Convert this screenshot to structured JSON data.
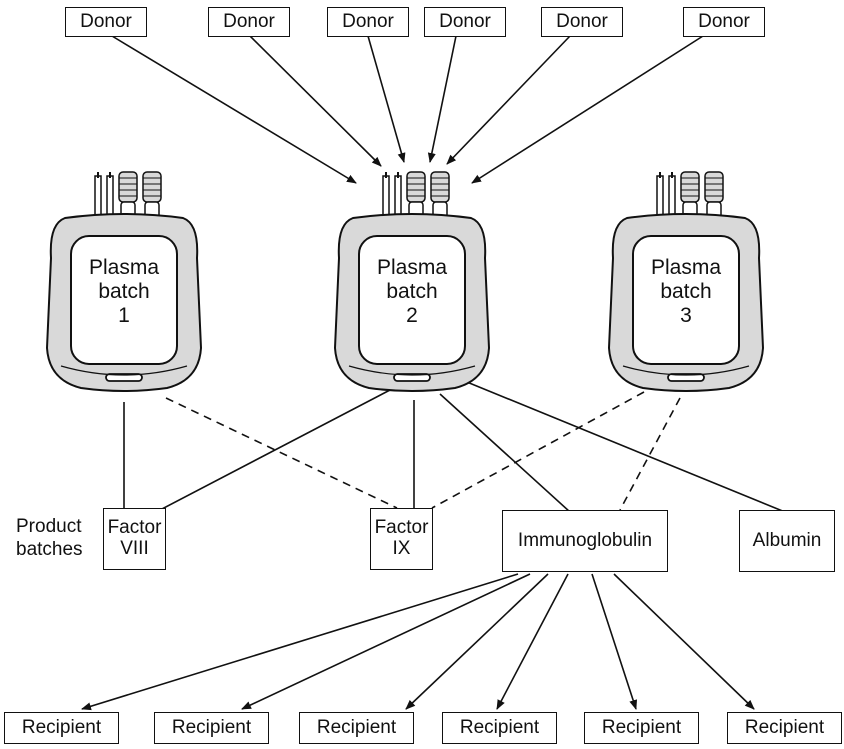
{
  "donors": [
    "Donor",
    "Donor",
    "Donor",
    "Donor",
    "Donor",
    "Donor"
  ],
  "plasma_batches": [
    {
      "label": "Plasma\nbatch\n1"
    },
    {
      "label": "Plasma\nbatch\n2"
    },
    {
      "label": "Plasma\nbatch\n3"
    }
  ],
  "product_batches_label": "Product\nbatches",
  "products": [
    {
      "label": "Factor\nVIII"
    },
    {
      "label": "Factor\nIX"
    },
    {
      "label": "Immunoglobulin"
    },
    {
      "label": "Albumin"
    }
  ],
  "recipients": [
    "Recipient",
    "Recipient",
    "Recipient",
    "Recipient",
    "Recipient",
    "Recipient"
  ],
  "colors": {
    "ink": "#111111",
    "bag_fill": "#ffffff",
    "bag_shade": "#d9d9d9"
  }
}
